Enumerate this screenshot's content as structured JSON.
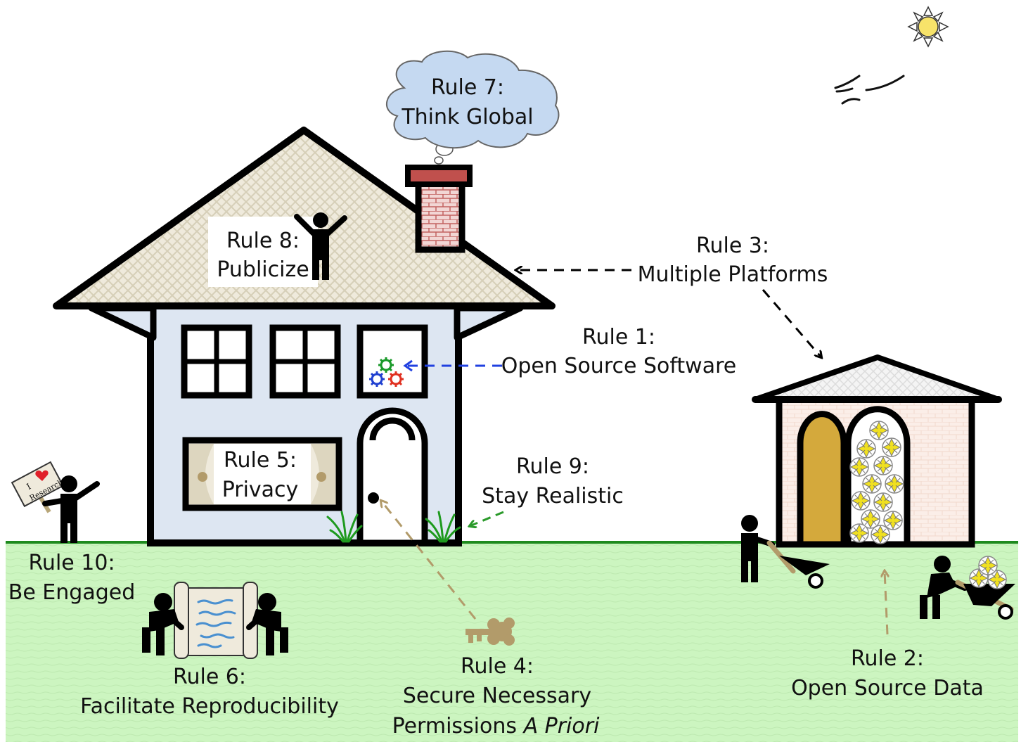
{
  "rules": {
    "r1": {
      "title": "Rule 1:",
      "name": "Open Source Software"
    },
    "r2": {
      "title": "Rule 2:",
      "name": "Open Source Data"
    },
    "r3": {
      "title": "Rule 3:",
      "name": "Multiple Platforms"
    },
    "r4": {
      "title": "Rule 4:",
      "line1": "Secure Necessary",
      "line2": "Permissions ",
      "line2_italic": "A Priori"
    },
    "r5": {
      "title": "Rule 5:",
      "name": "Privacy"
    },
    "r6": {
      "title": "Rule 6:",
      "name": "Facilitate Reproducibility"
    },
    "r7": {
      "title": "Rule 7:",
      "name": "Think Global"
    },
    "r8": {
      "title": "Rule 8:",
      "name": "Publicize"
    },
    "r9": {
      "title": "Rule 9:",
      "name": "Stay Realistic"
    },
    "r10": {
      "title": "Rule 10:",
      "name": "Be Engaged"
    }
  },
  "sign": {
    "line1": "I",
    "line2": "Research"
  },
  "colors": {
    "grass": "#ccf5c0",
    "ground_line": "#1e8a1e",
    "house_wall": "#dde6f2",
    "roof": "#efeadc",
    "chimney": "#c0504d",
    "cloud": "#c5d9f1",
    "key": "#b29b6a",
    "gear_red": "#e03020",
    "gear_green": "#1a9a2a",
    "gear_blue": "#2040d0",
    "arrow_blue": "#2040e0",
    "arrow_green": "#2a9a2a",
    "arrow_tan": "#b29b6a",
    "door_gold": "#d4a93c",
    "data_yellow": "#f0e020",
    "scroll_ink": "#4a90d0",
    "heart": "#e0202a"
  }
}
